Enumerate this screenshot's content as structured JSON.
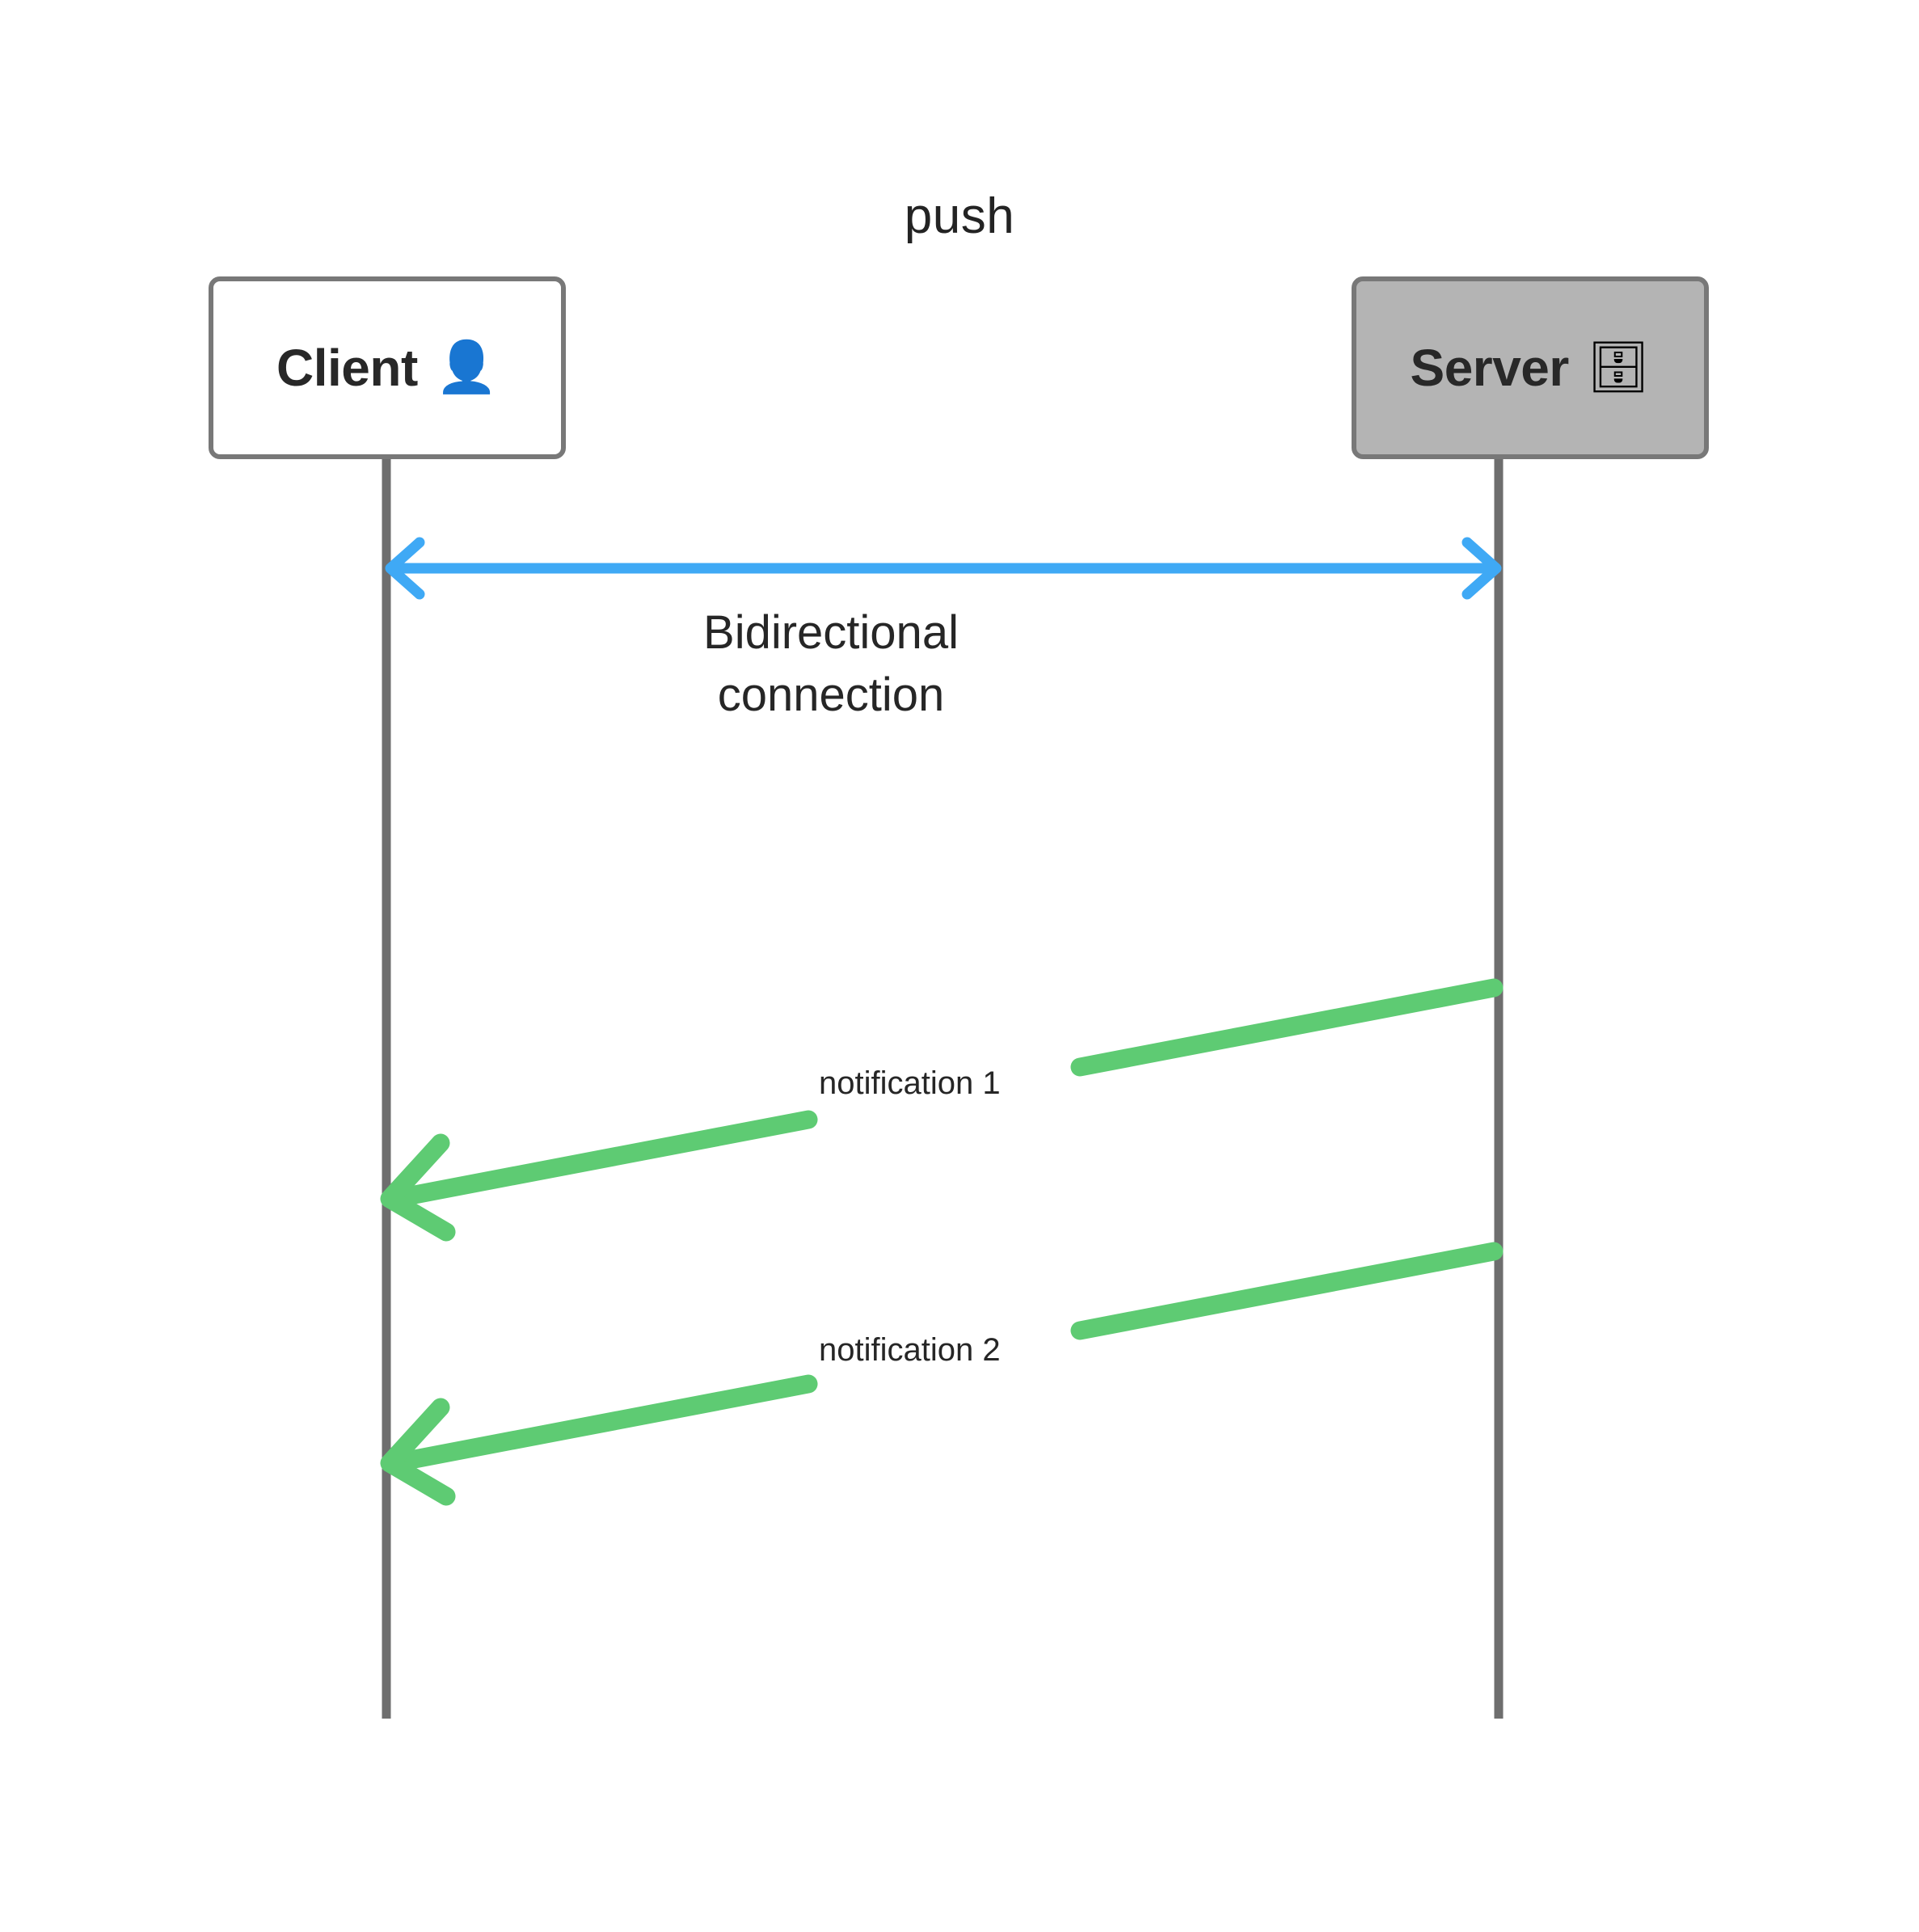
{
  "diagram": {
    "type": "sequence-diagram",
    "title": "push",
    "background_color": "#ffffff",
    "participants": [
      {
        "id": "client",
        "label": "Client",
        "emoji": "👤",
        "emoji_name": "bust-in-silhouette",
        "fill": "#ffffff",
        "stroke": "#787878",
        "lifeline_color": "#6e6e6e"
      },
      {
        "id": "server",
        "label": "Server",
        "emoji": "🗄",
        "emoji_name": "file-cabinet",
        "fill": "#b4b4b4",
        "stroke": "#787878",
        "lifeline_color": "#6e6e6e"
      }
    ],
    "messages": [
      {
        "id": "bidirectional-connection",
        "label": "Bidirectional\nconnection",
        "label_line_1": "Bidirectional",
        "label_line_2": "connection",
        "from": "client",
        "to": "server",
        "direction": "both",
        "color": "#3fa9f5",
        "style": "solid"
      },
      {
        "id": "notification-1",
        "label": "notification 1",
        "from": "server",
        "to": "client",
        "direction": "right-to-left",
        "color": "#5ecb73",
        "style": "solid"
      },
      {
        "id": "notification-2",
        "label": "notification 2",
        "from": "server",
        "to": "client",
        "direction": "right-to-left",
        "color": "#5ecb73",
        "style": "solid"
      }
    ],
    "colors": {
      "blue_arrow": "#3fa9f5",
      "green_arrow": "#5ecb73",
      "lifeline": "#6e6e6e",
      "box_stroke": "#787878",
      "server_fill": "#b4b4b4",
      "text": "#262626"
    }
  }
}
